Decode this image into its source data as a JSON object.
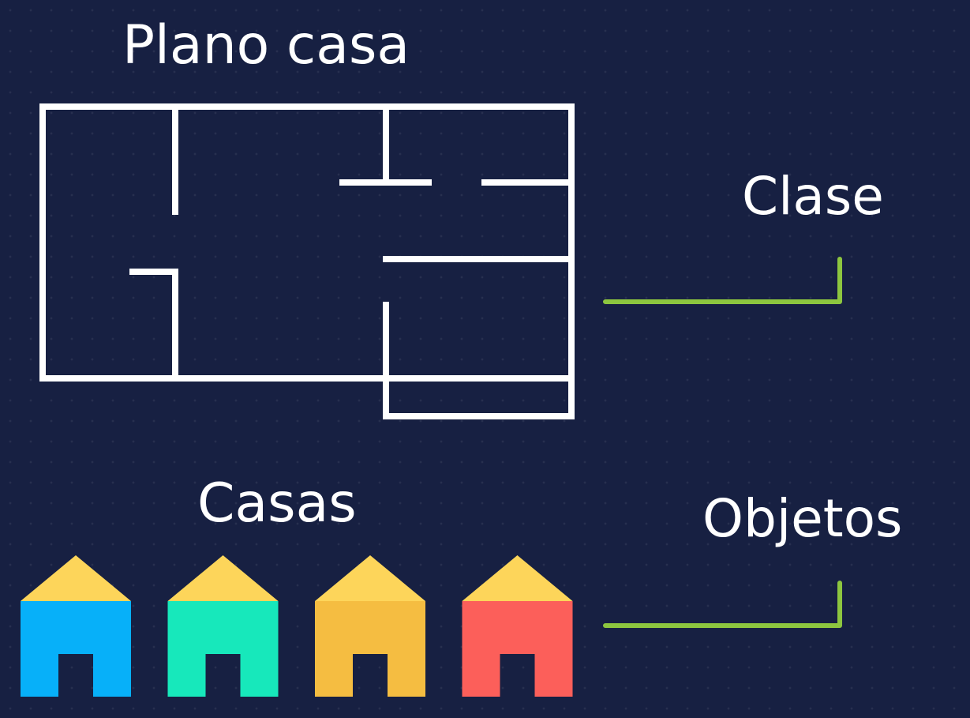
{
  "labels": {
    "plan_title": "Plano casa",
    "class_label": "Clase",
    "houses_label": "Casas",
    "objects_label": "Objetos"
  },
  "colors": {
    "background": "#172042",
    "walls": "#ffffff",
    "connector": "#8dc63f",
    "roof": "#fdd55a",
    "house_bodies": [
      "#07b0f9",
      "#17e8bb",
      "#f5bd41",
      "#fc5f5a"
    ]
  },
  "houses": [
    {
      "name": "house-blue"
    },
    {
      "name": "house-teal"
    },
    {
      "name": "house-yellow"
    },
    {
      "name": "house-red"
    }
  ]
}
